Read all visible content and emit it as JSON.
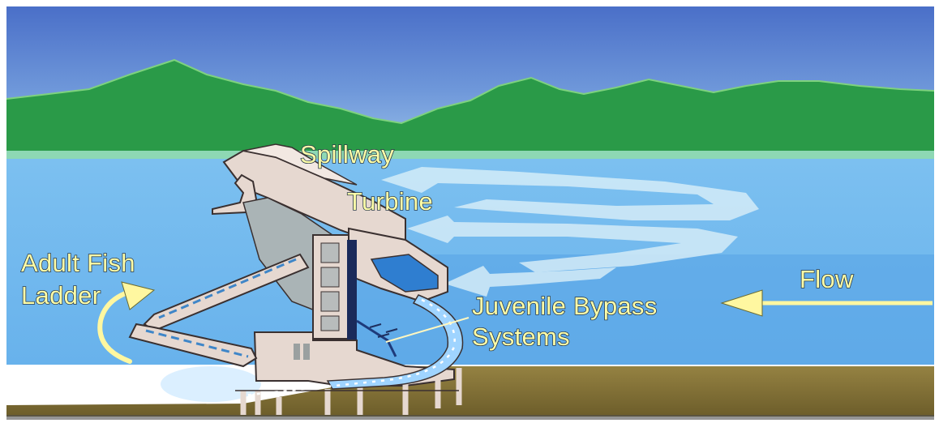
{
  "labels": {
    "spillway": "Spillway",
    "turbine": "Turbine",
    "adult_fish_ladder_line1": "Adult Fish",
    "adult_fish_ladder_line2": "Ladder",
    "juvenile_bypass_line1": "Juvenile Bypass",
    "juvenile_bypass_line2": "Systems",
    "flow": "Flow"
  },
  "colors": {
    "sky_top": "#4a6fc8",
    "sky_bottom": "#9cc3ea",
    "mountains": "#2a9a48",
    "shoreline": "#8ed8b4",
    "water": "#72b8ee",
    "water_deep": "#5aa6e6",
    "riverbed": "#8c7a3c",
    "dam": "#e6d8d0",
    "label_text": "#ffffa8",
    "flow_arrows": "#d4ecf8"
  }
}
